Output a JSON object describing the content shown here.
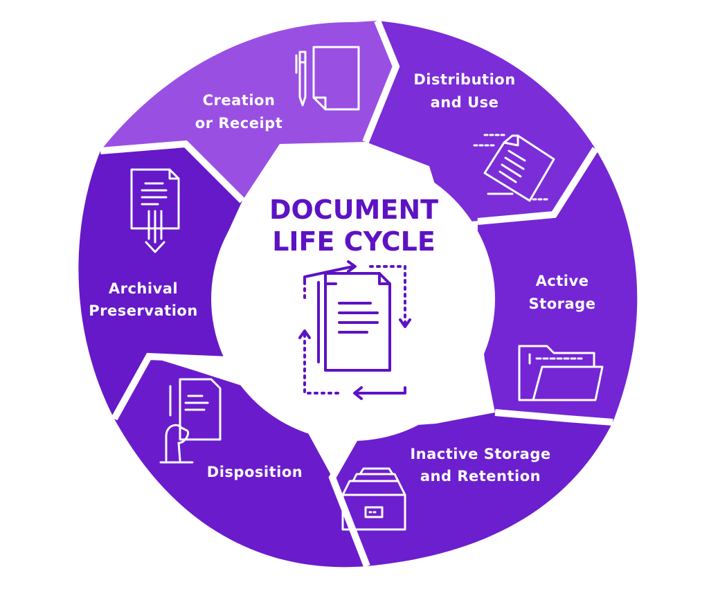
{
  "title_lines": [
    "DOCUMENT",
    "LIFE CYCLE"
  ],
  "segments": [
    {
      "lines": [
        "Creation",
        "or Receipt"
      ],
      "color": "#9a4fe3"
    },
    {
      "lines": [
        "Distribution",
        "and Use"
      ],
      "color": "#7b2dd8"
    },
    {
      "lines": [
        "Active",
        "Storage"
      ],
      "color": "#7426d4"
    },
    {
      "lines": [
        "Inactive Storage",
        "and Retention"
      ],
      "color": "#6c1fce"
    },
    {
      "lines": [
        "Disposition"
      ],
      "color": "#6a1ccc"
    },
    {
      "lines": [
        "Archival",
        "Preservation"
      ],
      "color": "#6519c8"
    }
  ],
  "colors": {
    "center_text": "#5d12c4",
    "background": "#ffffff"
  },
  "icons": [
    "pen-document-icon",
    "sending-document-icon",
    "folder-icon",
    "file-drawer-icon",
    "hand-document-icon",
    "document-download-icon",
    "cycle-document-icon"
  ]
}
